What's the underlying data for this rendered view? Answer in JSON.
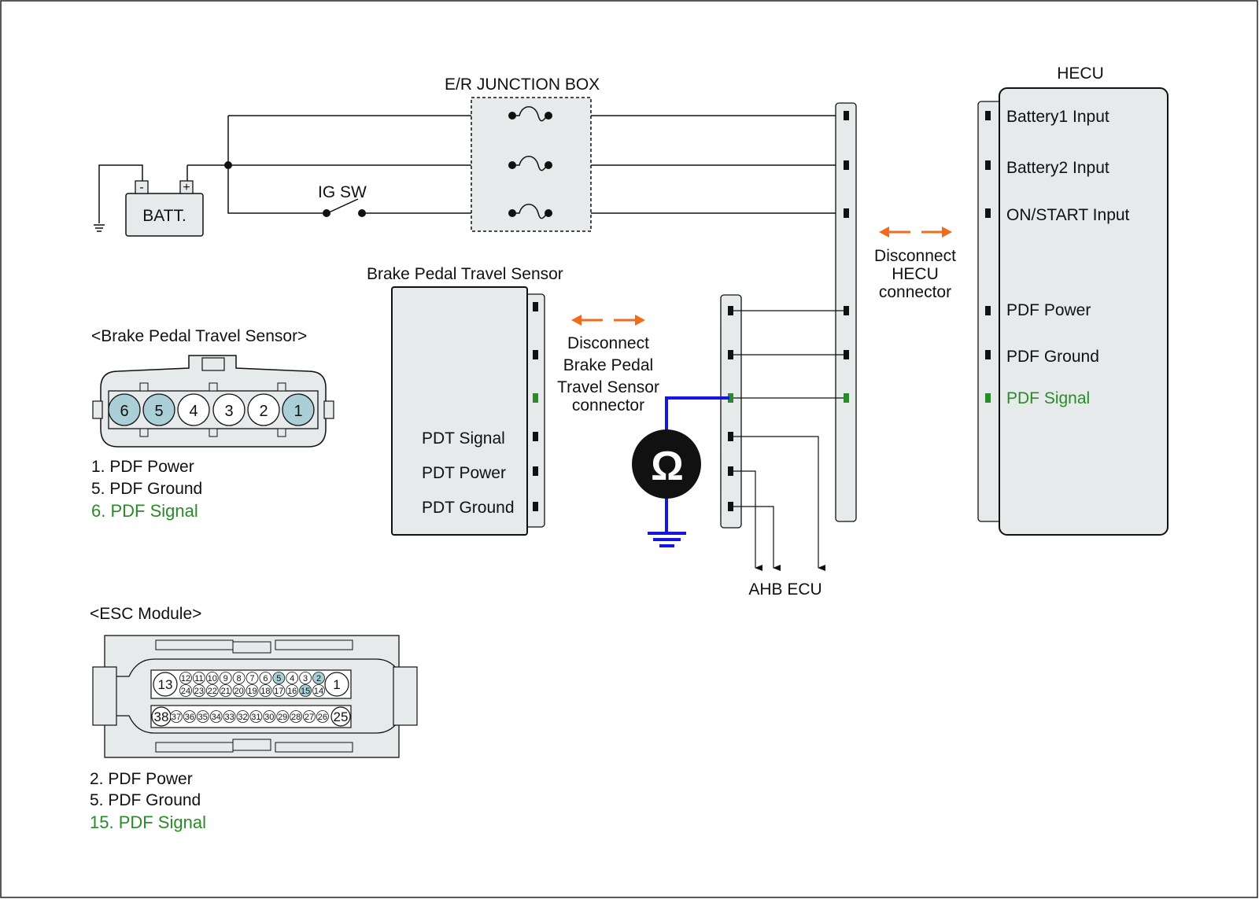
{
  "colors": {
    "wire": "#111111",
    "measure_wire": "#1515e0",
    "signal_green": "#2a8a2a",
    "arrow_orange": "#f26a1b",
    "box_fill": "#e6eaea",
    "pin_highlight": "#aacfd6"
  },
  "junction_box": {
    "title": "E/R JUNCTION BOX"
  },
  "battery": {
    "label": "BATT.",
    "neg": "-",
    "pos": "+"
  },
  "ig_switch": {
    "label": "IG SW"
  },
  "hecu": {
    "title": "HECU",
    "pins": [
      "Battery1 Input",
      "Battery2 Input",
      "ON/START Input",
      "PDF Power",
      "PDF Ground",
      "PDF Signal"
    ],
    "disconnect": [
      "Disconnect",
      "HECU",
      "connector"
    ]
  },
  "sensor": {
    "title": "Brake Pedal Travel Sensor",
    "pins": [
      "PDT Signal",
      "PDT Power",
      "PDT Ground"
    ],
    "disconnect": [
      "Disconnect",
      "Brake Pedal",
      "Travel Sensor",
      "connector"
    ]
  },
  "ohmmeter": {
    "symbol": "Ω"
  },
  "ahb": {
    "label": "AHB ECU"
  },
  "bpts_connector": {
    "title": "<Brake Pedal Travel Sensor>",
    "pins": [
      "6",
      "5",
      "4",
      "3",
      "2",
      "1"
    ],
    "legend": [
      "1. PDF Power",
      "5. PDF Ground",
      "6. PDF Signal"
    ]
  },
  "esc_connector": {
    "title": "<ESC Module>",
    "row1": [
      "12",
      "11",
      "10",
      "9",
      "8",
      "7",
      "6",
      "5",
      "4",
      "3",
      "2"
    ],
    "row2": [
      "24",
      "23",
      "22",
      "21",
      "20",
      "19",
      "18",
      "17",
      "16",
      "15",
      "14"
    ],
    "row3": [
      "37",
      "36",
      "35",
      "34",
      "33",
      "32",
      "31",
      "30",
      "29",
      "28",
      "27",
      "26"
    ],
    "big_left_top": "13",
    "big_right_top": "1",
    "big_left_bottom": "38",
    "big_right_bottom": "25",
    "legend": [
      "2. PDF Power",
      "5. PDF Ground",
      "15. PDF Signal"
    ]
  }
}
